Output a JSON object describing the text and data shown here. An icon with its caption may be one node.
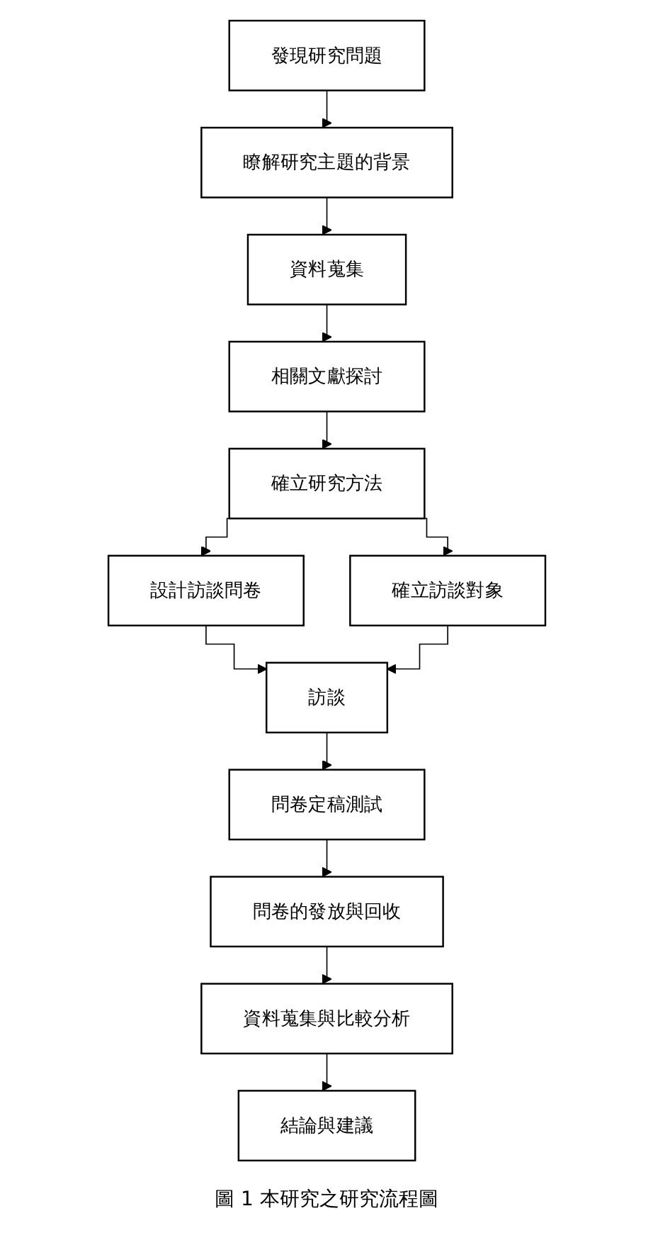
{
  "diagram": {
    "caption": "圖 1 本研究之研究流程圖",
    "nodes": [
      {
        "text": [
          "發現研究問題"
        ]
      },
      {
        "text": [
          "瞭解研究主題的背景"
        ]
      },
      {
        "text": [
          "資料蒐集"
        ]
      },
      {
        "text": [
          "相關文獻探討"
        ]
      },
      {
        "text": [
          "確立研究方法"
        ]
      },
      {
        "text": [
          "設計訪談問卷"
        ]
      },
      {
        "text": [
          "確立訪談對象"
        ]
      },
      {
        "text": [
          "訪談"
        ]
      },
      {
        "text": [
          "問卷定稿測試"
        ]
      },
      {
        "text": [
          "問卷的發放與回收"
        ]
      },
      {
        "text": [
          "資料蒐集與比較分析"
        ]
      },
      {
        "text": [
          "結論與建議"
        ]
      }
    ],
    "edges": [
      {
        "from": 0,
        "to": 1,
        "arrow": "to"
      },
      {
        "from": 1,
        "to": 2,
        "arrow": "to"
      },
      {
        "from": 2,
        "to": 3,
        "arrow": "to"
      },
      {
        "from": 3,
        "to": 4,
        "arrow": "to"
      },
      {
        "from": 4,
        "to": 5,
        "arrow": "to"
      },
      {
        "from": 4,
        "to": 6,
        "arrow": "to"
      },
      {
        "from": 5,
        "to": 7,
        "arrow": "to"
      },
      {
        "from": 6,
        "to": 7,
        "arrow": "to"
      },
      {
        "from": 7,
        "to": 8,
        "arrow": "to"
      },
      {
        "from": 8,
        "to": 9,
        "arrow": "to"
      },
      {
        "from": 9,
        "to": 10,
        "arrow": "to"
      },
      {
        "from": 10,
        "to": 11,
        "arrow": "to"
      }
    ]
  }
}
